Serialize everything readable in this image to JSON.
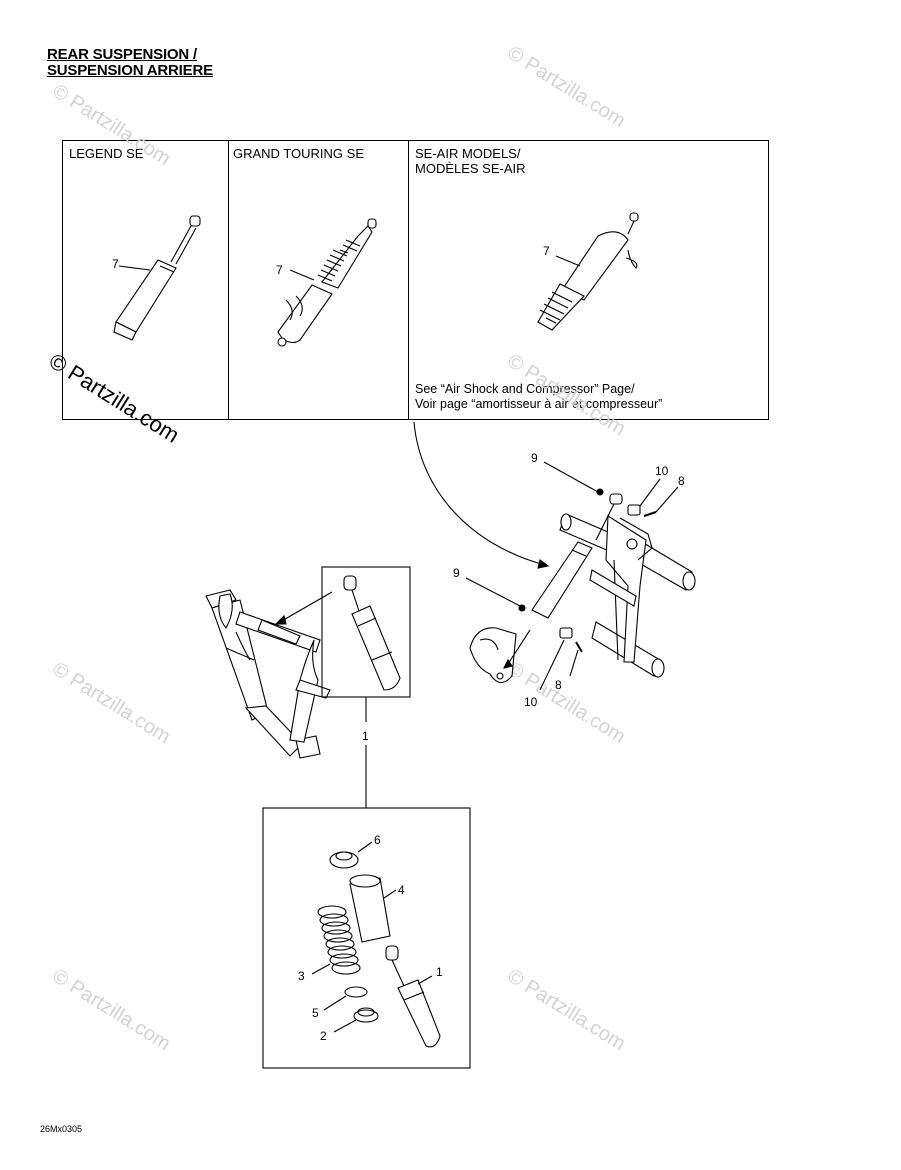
{
  "title": {
    "line1": "REAR SUSPENSION /",
    "line2": "SUSPENSION ARRIERE"
  },
  "panels": [
    {
      "title": "LEGEND SE",
      "part_label": "7"
    },
    {
      "title": "GRAND TOURING SE",
      "part_label": "7"
    },
    {
      "title_line1": "SE-AIR MODELS/",
      "title_line2": "MODÈLES SE-AIR",
      "part_label": "7"
    }
  ],
  "note": {
    "line1": "See “Air Shock and Compressor” Page/",
    "line2": "Voir page “amortisseur à air et compresseur”"
  },
  "callouts": {
    "p9_top": "9",
    "p10_top": "10",
    "p8_top": "8",
    "p9_left": "9",
    "p8_bottom": "8",
    "p10_bottom": "10",
    "p1_mid": "1",
    "p6": "6",
    "p4": "4",
    "p3": "3",
    "p1_low": "1",
    "p5": "5",
    "p2": "2"
  },
  "watermarks": {
    "main": "© Partzilla.com",
    "faint": "© Partzilla.com"
  },
  "drawing_code": "26Mx0305"
}
